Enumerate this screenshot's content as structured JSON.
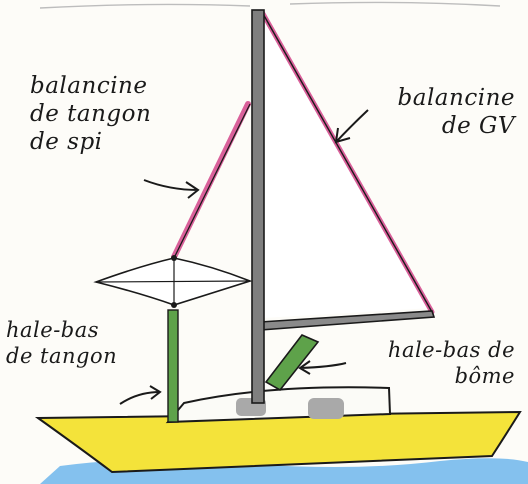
{
  "labels": {
    "spi_topping_lift": "balancine\nde tangon\nde spi",
    "main_topping_lift": "balancine\nde GV",
    "pole_downhaul": "hale-bas\nde tangon",
    "boom_vang": "hale-bas de\nbôme"
  },
  "colors": {
    "pink_line": "#d9609a",
    "green_line": "#5ea24a",
    "hull_yellow": "#f4e33a",
    "water_blue": "#6fb6ec",
    "ink": "#1a1a1a",
    "mast_grey": "#7f7f7f",
    "window_grey": "#a9a9a9"
  }
}
